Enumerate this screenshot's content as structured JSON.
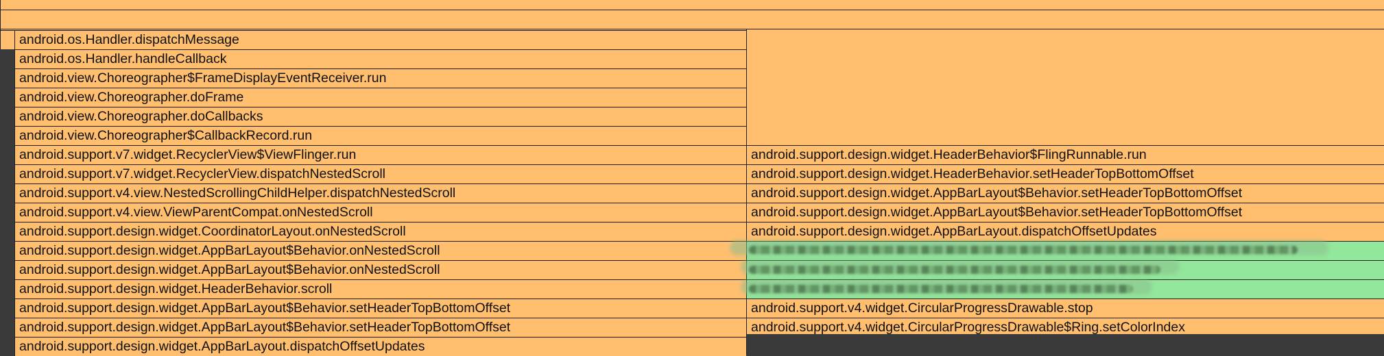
{
  "palette": {
    "frame": "#ffbf6f",
    "highlight": "#92e79b",
    "empty": "#3a3a3a",
    "border": "#1f1f1f"
  },
  "left_stack": [
    "android.os.Handler.dispatchMessage",
    "android.os.Handler.handleCallback",
    "android.view.Choreographer$FrameDisplayEventReceiver.run",
    "android.view.Choreographer.doFrame",
    "android.view.Choreographer.doCallbacks",
    "android.view.Choreographer$CallbackRecord.run",
    "android.support.v7.widget.RecyclerView$ViewFlinger.run",
    "android.support.v7.widget.RecyclerView.dispatchNestedScroll",
    "android.support.v4.view.NestedScrollingChildHelper.dispatchNestedScroll",
    "android.support.v4.view.ViewParentCompat.onNestedScroll",
    "android.support.design.widget.CoordinatorLayout.onNestedScroll",
    "android.support.design.widget.AppBarLayout$Behavior.onNestedScroll",
    "android.support.design.widget.AppBarLayout$Behavior.onNestedScroll",
    "android.support.design.widget.HeaderBehavior.scroll",
    "android.support.design.widget.AppBarLayout$Behavior.setHeaderTopBottomOffset",
    "android.support.design.widget.AppBarLayout$Behavior.setHeaderTopBottomOffset",
    "android.support.design.widget.AppBarLayout.dispatchOffsetUpdates"
  ],
  "right_stack": [
    "android.support.design.widget.HeaderBehavior$FlingRunnable.run",
    "android.support.design.widget.HeaderBehavior.setHeaderTopBottomOffset",
    "android.support.design.widget.AppBarLayout$Behavior.setHeaderTopBottomOffset",
    "android.support.design.widget.AppBarLayout$Behavior.setHeaderTopBottomOffset",
    "android.support.design.widget.AppBarLayout.dispatchOffsetUpdates",
    "",
    "",
    "",
    "android.support.v4.widget.CircularProgressDrawable.stop",
    "android.support.v4.widget.CircularProgressDrawable$Ring.setColorIndex"
  ]
}
